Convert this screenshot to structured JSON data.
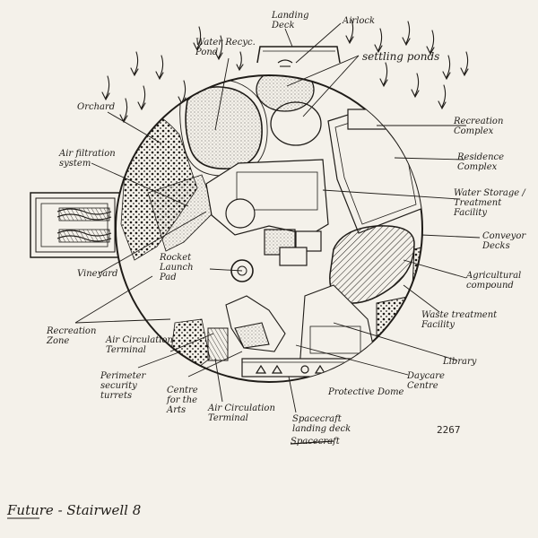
{
  "labels": {
    "landing_deck": "Landing\nDeck",
    "airlock": "Airlock",
    "water_recycling_pond": "Water Recyc.\nPond",
    "settling_ponds": "settling ponds",
    "orchard": "Orchard",
    "recreation_complex": "Recreation\nComplex",
    "residence_complex": "Residence\nComplex",
    "air_filtration_system": "Air filtration\nsystem",
    "water_storage": "Water Storage /\nTreatment\nFacility",
    "conveyor_decks": "Conveyor\nDecks",
    "vineyard": "Vineyard",
    "rocket_launch_pad": "Rocket\nLaunch\nPad",
    "agricultural_compound": "Agricultural\ncompound",
    "recreation_zone": "Recreation\nZone",
    "air_circulation_terminal_left": "Air Circulation\nTerminal",
    "waste_treatment_facility": "Waste treatment\nFacility",
    "perimeter_security_turrets": "Perimeter\nsecurity\nturrets",
    "library": "Library",
    "centre_for_the_arts": "Centre\nfor the\nArts",
    "air_circulation_terminal_bottom": "Air Circulation\nTerminal",
    "protective_dome": "Protective Dome",
    "daycare_centre": "Daycare\nCentre",
    "spacecraft_landing_deck": "Spacecraft\nlanding deck",
    "spacecraft_struck": "Spacecraft"
  },
  "footer": {
    "title": "Future - Stairwell 8",
    "catalog_number": "2267"
  },
  "colors": {
    "ink": "#1f1c18",
    "paper": "#f4f1ea"
  }
}
